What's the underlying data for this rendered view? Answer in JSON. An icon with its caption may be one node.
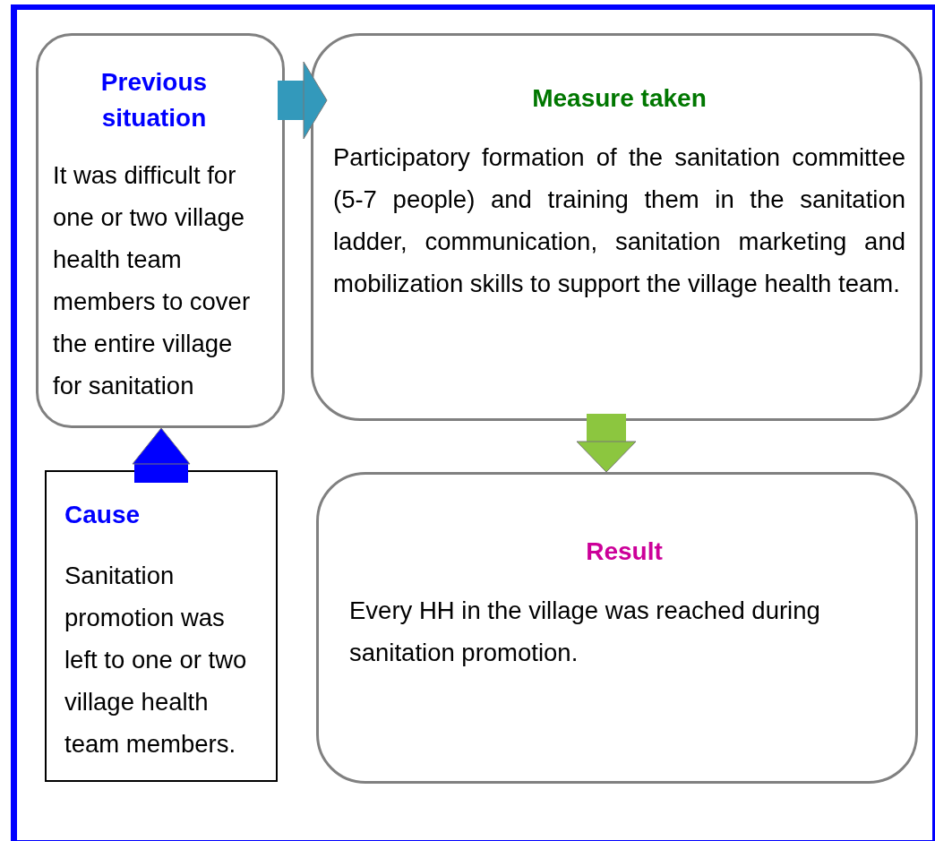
{
  "diagram": {
    "nodes": [
      {
        "text": [
          "Previous situation",
          "It was difficult for one or two village health team members to cover the entire village for sanitation"
        ]
      },
      {
        "text": [
          "Measure taken",
          "Participatory formation of the sanitation committee (5-7 people) and training them in the sanitation ladder, communication, sanitation marketing and mobilization skills to support the village health team."
        ]
      },
      {
        "text": [
          "Cause",
          "Sanitation promotion was left to one or two village health team members."
        ]
      },
      {
        "text": [
          "Result",
          "Every HH in the village was reached during sanitation promotion."
        ]
      }
    ],
    "edges": [
      {
        "from": 2,
        "to": 0,
        "arrow": "to",
        "color": "#0000ff"
      },
      {
        "from": 0,
        "to": 1,
        "arrow": "to",
        "color": "#3399bb"
      },
      {
        "from": 1,
        "to": 3,
        "arrow": "to",
        "color": "#8cc63f"
      }
    ]
  }
}
